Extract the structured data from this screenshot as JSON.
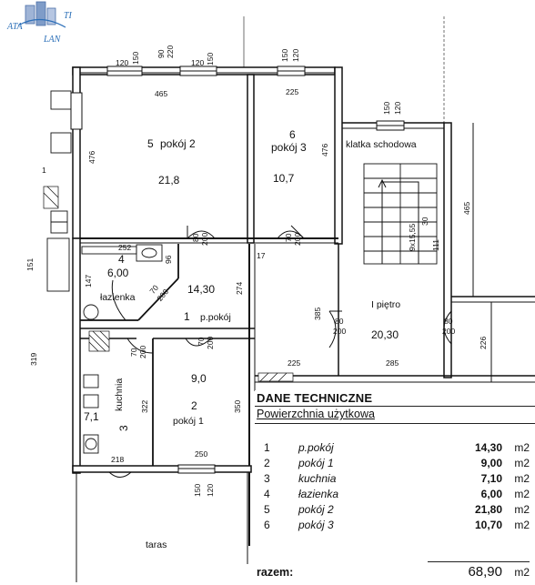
{
  "logo": {
    "text_left": "ATA",
    "text_right": "LAN",
    "text_tr": "TI"
  },
  "rooms": {
    "pokoj2": {
      "num": "5",
      "name": "pokój 2",
      "area": "21,8"
    },
    "pokoj3": {
      "num": "6",
      "name": "pokój 3",
      "area": "10,7"
    },
    "klatka": {
      "name": "klatka schodowa"
    },
    "lazienka": {
      "num": "4",
      "name": "łazienka",
      "area": "6,00"
    },
    "ppokoj": {
      "num": "1",
      "name": "p.pokój",
      "area": "14,30"
    },
    "kuchnia": {
      "num": "3",
      "name": "kuchnia",
      "area": "7,1"
    },
    "pokoj1": {
      "num": "2",
      "name": "pokój 1",
      "area": "9,0"
    },
    "pietro": {
      "name": "I piętro",
      "area": "20,30"
    },
    "taras": {
      "name": "taras"
    },
    "stairs": {
      "label": "9x15,55",
      "label2": "30"
    }
  },
  "dims": {
    "top_120": "120",
    "top_150": "150",
    "top_90": "90",
    "top_220": "220",
    "top_120b": "120",
    "top_150b": "150",
    "top_150c": "150",
    "top_120c": "120",
    "w465": "465",
    "w225": "225",
    "h476": "476",
    "h476b": "476",
    "d80": "80",
    "d200": "200",
    "d70": "70",
    "d200b": "200",
    "d252": "252",
    "d96": "96",
    "d147": "147",
    "d70b": "70",
    "d200c": "200",
    "d274": "274",
    "d17": "17",
    "d385": "385",
    "d80b": "80",
    "d200d": "200",
    "d80c": "80",
    "d200e": "200",
    "d285": "285",
    "d225b": "225",
    "d226": "226",
    "d150w": "150",
    "d120w": "120",
    "d111": "111",
    "d465r": "465",
    "d151": "151",
    "d1": "1",
    "d319": "319",
    "d322": "322",
    "d350": "350",
    "d70c": "70",
    "d200f": "200",
    "d70d": "70",
    "d200g": "200",
    "d218": "218",
    "d250": "250",
    "d150x": "150",
    "d120x": "120"
  },
  "tech": {
    "title": "DANE TECHNICZNE",
    "subtitle": "Powierzchnia użytkowa",
    "rows": [
      {
        "n": "1",
        "name": "p.pokój",
        "value": "14,30",
        "unit": "m2"
      },
      {
        "n": "2",
        "name": "pokój 1",
        "value": "9,00",
        "unit": "m2"
      },
      {
        "n": "3",
        "name": "kuchnia",
        "value": "7,10",
        "unit": "m2"
      },
      {
        "n": "4",
        "name": "łazienka",
        "value": "6,00",
        "unit": "m2"
      },
      {
        "n": "5",
        "name": "pokój 2",
        "value": "21,80",
        "unit": "m2"
      },
      {
        "n": "6",
        "name": "pokój 3",
        "value": "10,70",
        "unit": "m2"
      }
    ],
    "total_label": "razem:",
    "total_value": "68,90",
    "total_unit": "m2"
  }
}
